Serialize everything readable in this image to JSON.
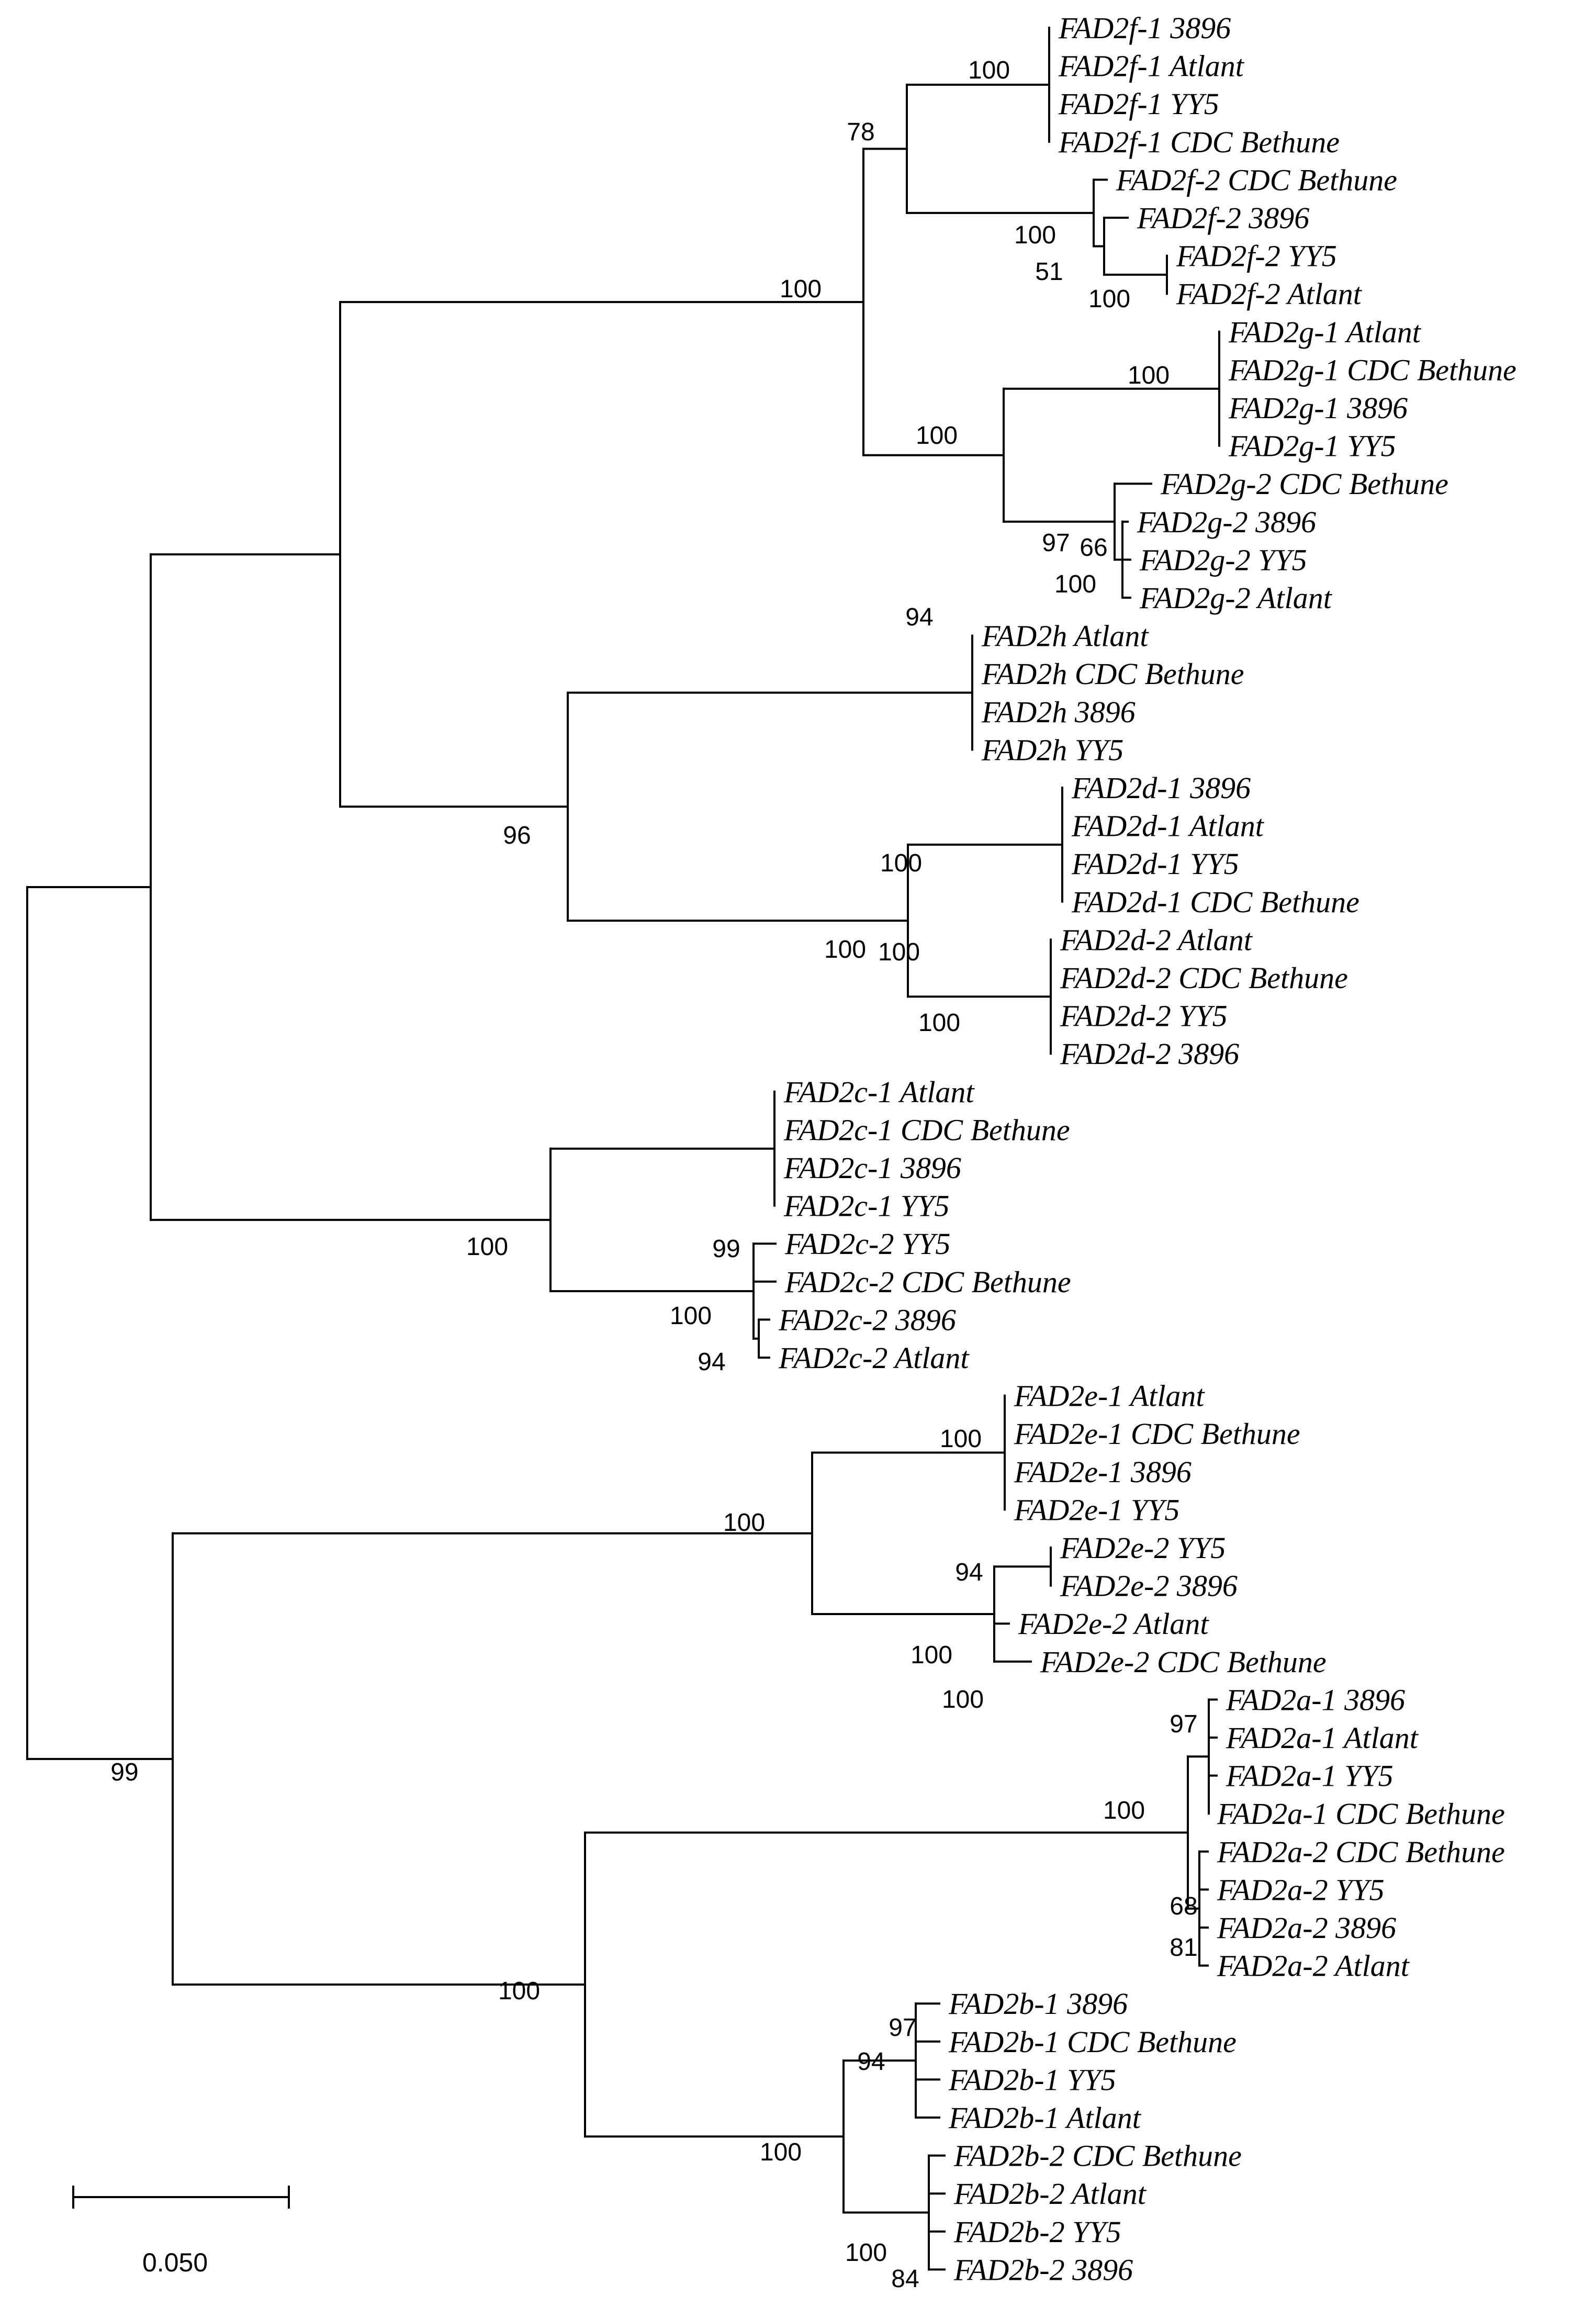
{
  "figure": {
    "scale_bar": {
      "length": 0.05,
      "label": "0.050"
    }
  },
  "tree": {
    "branch_color": "#000000",
    "leaves": [
      "FAD2f-1 3896",
      "FAD2f-1 Atlant",
      "FAD2f-1 YY5",
      "FAD2f-1 CDC Bethune",
      "FAD2f-2 CDC Bethune",
      "FAD2f-2 3896",
      "FAD2f-2 YY5",
      "FAD2f-2 Atlant",
      "FAD2g-1 Atlant",
      "FAD2g-1 CDC Bethune",
      "FAD2g-1 3896",
      "FAD2g-1 YY5",
      "FAD2g-2 CDC Bethune",
      "FAD2g-2 3896",
      "FAD2g-2 YY5",
      "FAD2g-2 Atlant",
      "FAD2h Atlant",
      "FAD2h CDC Bethune",
      "FAD2h 3896",
      "FAD2h YY5",
      "FAD2d-1 3896",
      "FAD2d-1 Atlant",
      "FAD2d-1 YY5",
      "FAD2d-1 CDC Bethune",
      "FAD2d-2 Atlant",
      "FAD2d-2 CDC Bethune",
      "FAD2d-2 YY5",
      "FAD2d-2 3896",
      "FAD2c-1 Atlant",
      "FAD2c-1 CDC Bethune",
      "FAD2c-1 3896",
      "FAD2c-1 YY5",
      "FAD2c-2 YY5",
      "FAD2c-2 CDC Bethune",
      "FAD2c-2 3896",
      "FAD2c-2 Atlant",
      "FAD2e-1 Atlant",
      "FAD2e-1 CDC Bethune",
      "FAD2e-1 3896",
      "FAD2e-1 YY5",
      "FAD2e-2 YY5",
      "FAD2e-2 3896",
      "FAD2e-2 Atlant",
      "FAD2e-2 CDC Bethune",
      "FAD2a-1 3896",
      "FAD2a-1 Atlant",
      "FAD2a-1 YY5",
      "FAD2a-1 CDC Bethune",
      "FAD2a-2 CDC Bethune",
      "FAD2a-2 YY5",
      "FAD2a-2 3896",
      "FAD2a-2 Atlant",
      "FAD2b-1 3896",
      "FAD2b-1 CDC Bethune",
      "FAD2b-1 YY5",
      "FAD2b-1 Atlant",
      "FAD2b-2 CDC Bethune",
      "FAD2b-2 Atlant",
      "FAD2b-2 YY5",
      "FAD2b-2 3896"
    ],
    "bootstrap_values": [
      "100",
      "78",
      "100",
      "51",
      "100",
      "100",
      "100",
      "100",
      "66",
      "97",
      "100",
      "94",
      "100",
      "100",
      "100",
      "96",
      "100",
      "99",
      "100",
      "94",
      "100",
      "100",
      "100",
      "94",
      "100",
      "100",
      "97",
      "100",
      "68",
      "81",
      "97",
      "94",
      "100",
      "84",
      "100",
      "100",
      "99"
    ]
  }
}
